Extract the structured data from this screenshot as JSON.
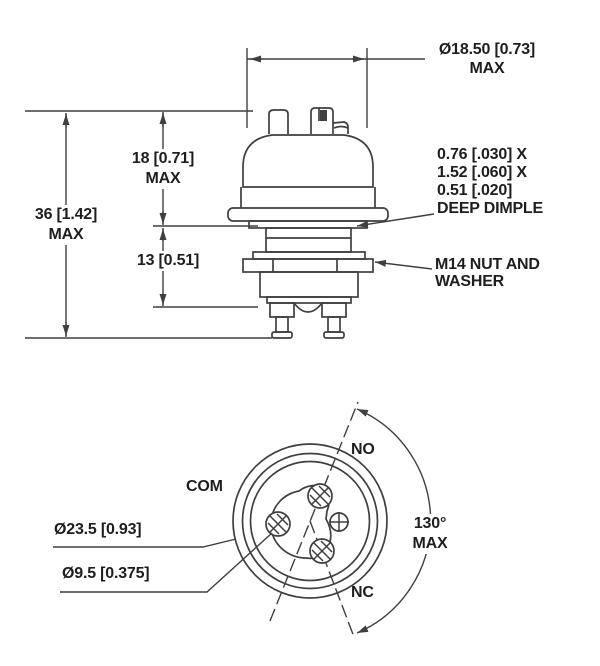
{
  "side_view": {
    "dim_cover_diameter": {
      "value": "Ø18.50 [0.73]",
      "qualifier": "MAX"
    },
    "dim_overall_height": {
      "value": "36 [1.42]",
      "qualifier": "MAX"
    },
    "dim_cover_height": {
      "value": "18 [0.71]",
      "qualifier": "MAX"
    },
    "dim_lower_height": {
      "value": "13 [0.51]"
    },
    "note_dimple": {
      "line1": "0.76 [.030] X",
      "line2": "1.52 [.060] X",
      "line3": "0.51 [.020]",
      "line4": "DEEP DIMPLE"
    },
    "note_nut": {
      "line1": "M14 NUT AND",
      "line2": "WASHER"
    }
  },
  "bottom_view": {
    "label_no": "NO",
    "label_com": "COM",
    "label_nc": "NC",
    "dim_body_diameter": "Ø23.5 [0.93]",
    "dim_terminal_circle": "Ø9.5 [0.375]",
    "dim_terminal_angle": {
      "value": "130°",
      "qualifier": "MAX"
    }
  },
  "colors": {
    "line": "#3f3f3f",
    "text": "#1e1e1e",
    "background": "#ffffff"
  }
}
